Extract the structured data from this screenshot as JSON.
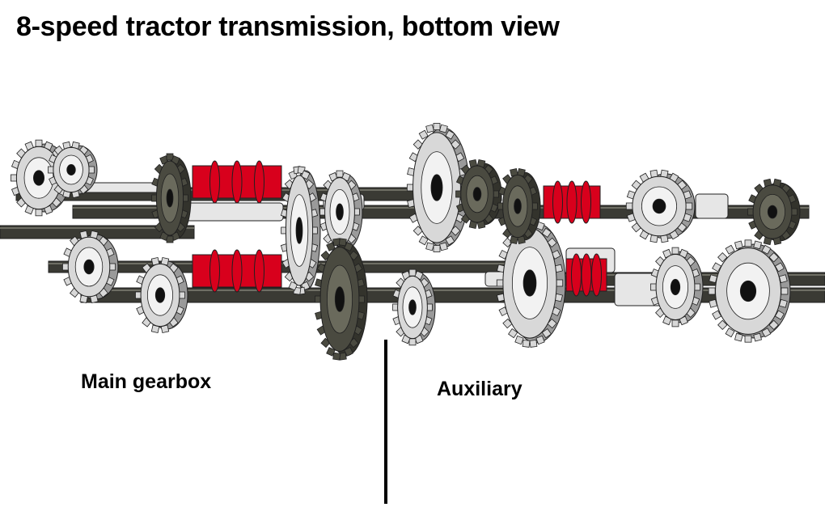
{
  "title": "8-speed tractor transmission, bottom view",
  "labels": {
    "main": "Main gearbox",
    "auxiliary": "Auxiliary"
  },
  "colors": {
    "axle": "#3a3a34",
    "axle_light": "#6e6e64",
    "gear_light": "#d8d8d8",
    "gear_dark": "#4a4a40",
    "gear_dark_face": "#6a6a5c",
    "clutch_red": "#d8001c",
    "bush_white": "#e6e6e6",
    "outline": "#202020"
  }
}
